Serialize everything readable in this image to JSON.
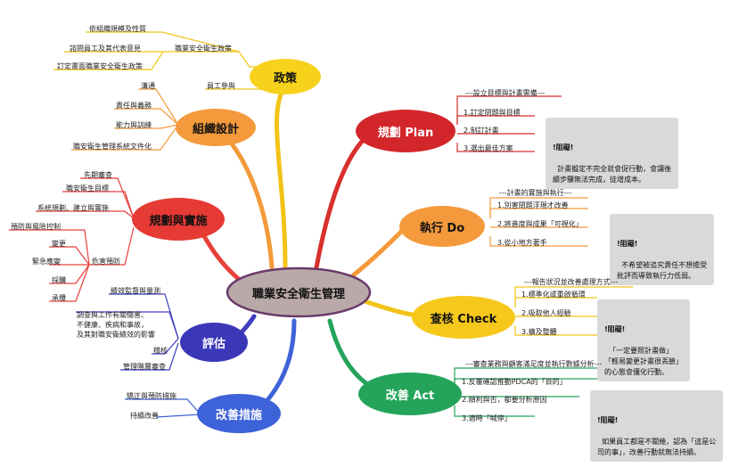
{
  "center": {
    "label": "職業安全衛生管理"
  },
  "policy": {
    "label": "政策",
    "sub": "職業安全衛生政策",
    "items": [
      "依組織規模及性質",
      "諮問員工及其代表意見",
      "訂定書面職業安全衛生政策"
    ],
    "extra": "員工參與"
  },
  "organization": {
    "label": "組織設計",
    "items": [
      "溝通",
      "責任與義務",
      "能力與訓練",
      "職安衛生管理系統文件化"
    ]
  },
  "planning": {
    "label": "規劃與實施",
    "items": [
      "先期審查",
      "職安衛生目標",
      "系統規劃、建立與實施"
    ],
    "hazard": "危害預防",
    "hazard_items": [
      "預防與風險控制",
      "變更",
      "緊急應變",
      "採購",
      "承攬"
    ]
  },
  "evaluation": {
    "label": "評估",
    "items": [
      "績效監督與量測",
      "調查與工作有關傷害、\n不健康、疾病和事故，\n及其對職安衛績效的影響",
      "稽核",
      "管理階層審查"
    ]
  },
  "improvement": {
    "label": "改善措施",
    "items": [
      "矯正與預防措施",
      "持續改善"
    ]
  },
  "plan": {
    "label": "規劃 Plan",
    "header": "---設立目標與計畫需備---",
    "items": [
      "1.訂定問題與目標",
      "2.制訂計畫",
      "3.選出最佳方案"
    ],
    "note_title": "!阻礙!",
    "note": "計畫擬定不完全就會促行動，會讓後\n續步驟無法完成，徒增成本。"
  },
  "do": {
    "label": "執行 Do",
    "header": "---計畫的實施與執行---",
    "items": [
      "1.別害問題浮現才改善",
      "2.將進度與成果「可視化」",
      "3.從小地方著手"
    ],
    "note_title": "!阻礙!",
    "note": "不希望被追究責任不想擔受\n批評而導致執行力低弱。"
  },
  "check": {
    "label": "查核 Check",
    "header": "---報告狀況並改善處理方式---",
    "items": [
      "1.標準化或重啟循環",
      "2.吸取他人經驗",
      "3.擴及整體"
    ],
    "note_title": "!阻礙!",
    "note": "「一定要照計畫做」\n「輕易變更計畫很丟臉」\n的心態會僵化行動。"
  },
  "act": {
    "label": "改善 Act",
    "header": "---審查業務與顧客滿足度並執行數據分析---",
    "items": [
      "1.反覆確認推動PDCA的「目的」",
      "2.順利與否，都要分析原因",
      "3.適時「喊停」"
    ],
    "note_title": "!阻礙!",
    "note": "如果員工都是不關幾，認為「這是公\n司的事」，改善行動就無法持續。"
  }
}
